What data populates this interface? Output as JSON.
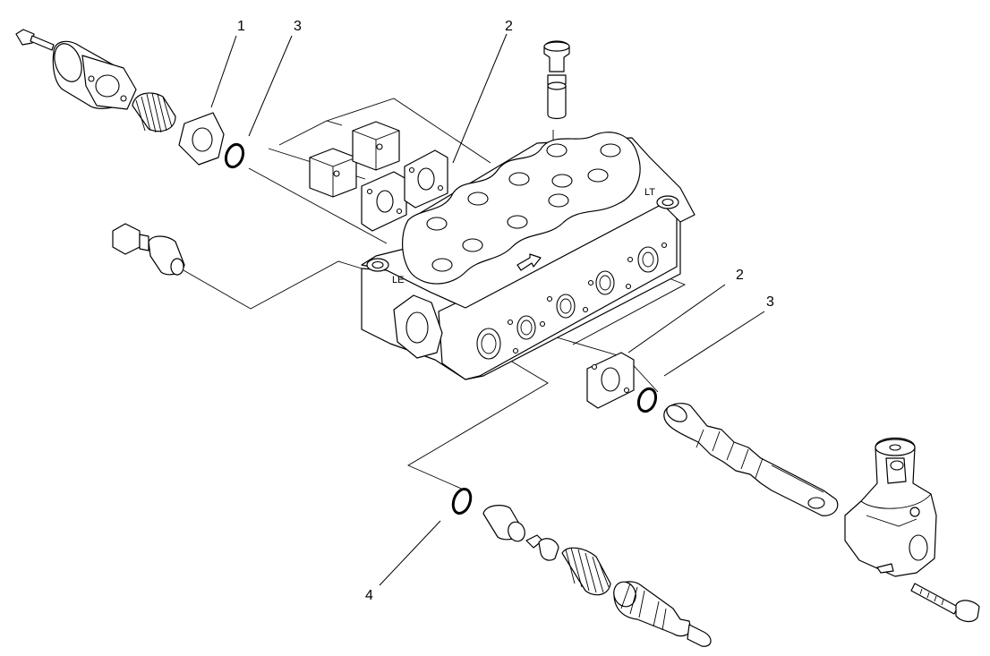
{
  "diagram": {
    "callouts": [
      {
        "id": "callout-1",
        "label": "1"
      },
      {
        "id": "callout-3-top",
        "label": "3"
      },
      {
        "id": "callout-2-top",
        "label": "2"
      },
      {
        "id": "callout-2-right",
        "label": "2"
      },
      {
        "id": "callout-3-right",
        "label": "3"
      },
      {
        "id": "callout-4",
        "label": "4"
      }
    ],
    "body_markings": {
      "port_mark_left": "LE",
      "port_mark_right": "LT"
    },
    "colors": {
      "line": "#000000",
      "background": "#ffffff"
    }
  }
}
